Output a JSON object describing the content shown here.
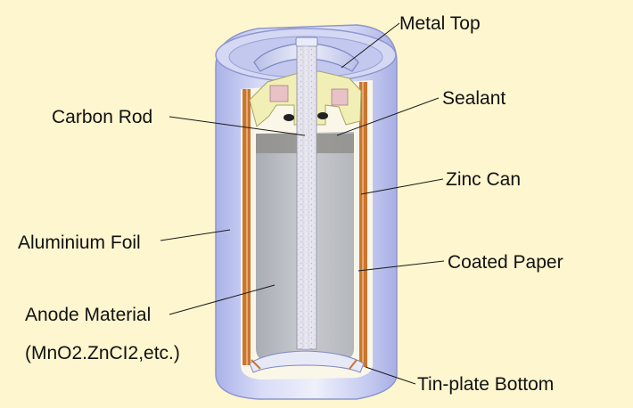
{
  "labels": {
    "metal_top": "Metal Top",
    "sealant": "Sealant",
    "carbon_rod": "Carbon Rod",
    "zinc_can": "Zinc Can",
    "aluminium_foil": "Aluminium Foil",
    "coated_paper": "Coated Paper",
    "anode_material": "Anode Material",
    "anode_material_detail": "(MnO2.ZnCI2,etc.)",
    "tin_plate_bottom": "Tin-plate Bottom"
  },
  "colors": {
    "background": "#fdf6cf",
    "outer_wrapper": "#c7cdf2",
    "zinc_can": "#c9762f",
    "carbon_rod": "#dcdbe6",
    "anode_material": "#b9bcc1",
    "sealant": "#f1efb5",
    "leader_line": "#1a1a1a"
  }
}
